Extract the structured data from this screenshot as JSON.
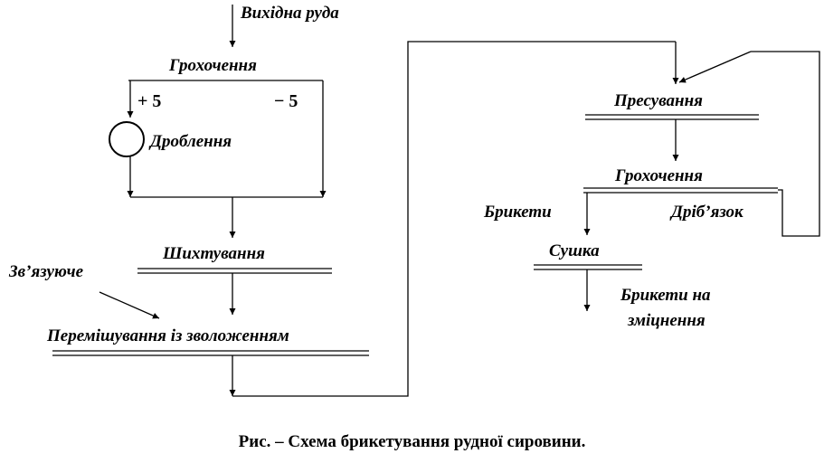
{
  "nodes": {
    "input_ore": "Вихідна руда",
    "screening_1": "Грохочення",
    "plus5": "+ 5",
    "minus5": "− 5",
    "crushing": "Дроблення",
    "charging": "Шихтування",
    "binder": "Зв’язуюче",
    "mixing": "Перемішування із зволоженням",
    "pressing": "Пресування",
    "screening_2": "Грохочення",
    "briquettes": "Брикети",
    "fines": "Дріб’язок",
    "drying": "Сушка",
    "output_1": "Брикети на",
    "output_2": "зміцнення"
  },
  "caption": "Рис. – Схема брикетування рудної сировини."
}
